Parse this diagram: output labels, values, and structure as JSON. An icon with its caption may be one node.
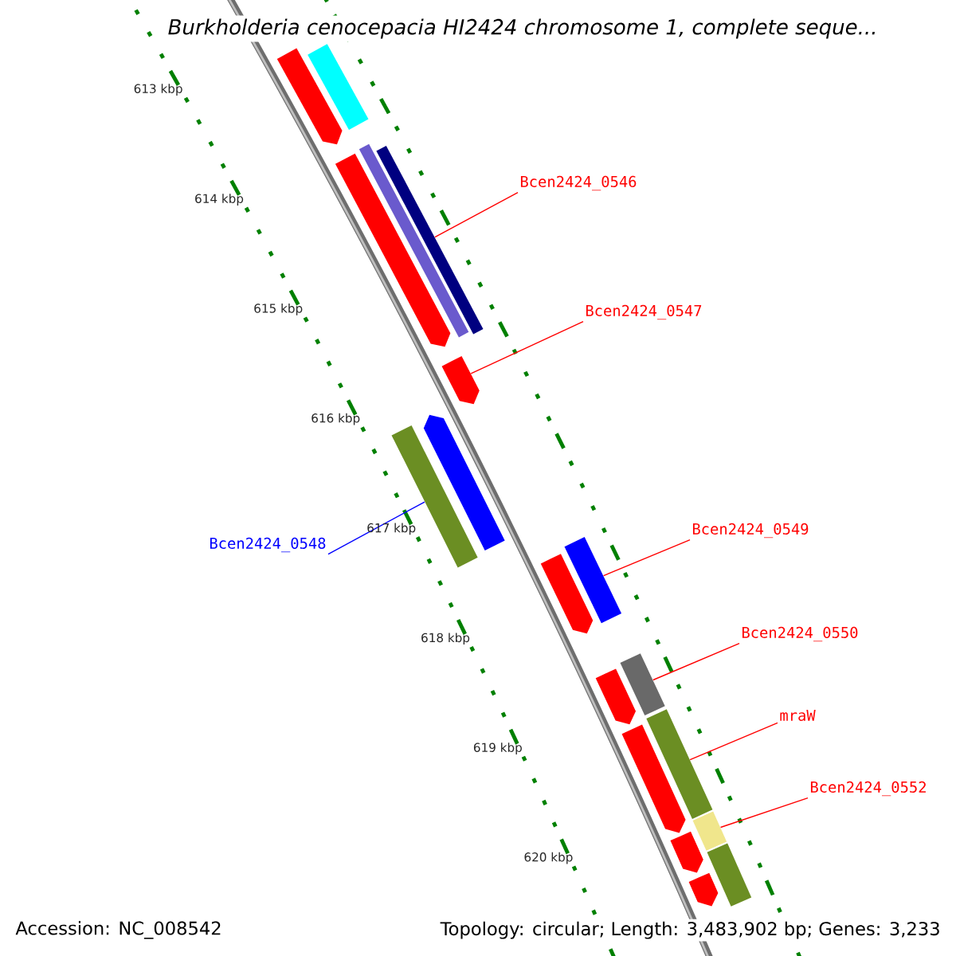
{
  "diagram": {
    "title": "Burkholderia cenocepacia HI2424 chromosome 1, complete seque...",
    "nodes": [
      {
        "text": [],
        "shape": "pentagon"
      },
      {
        "text": [],
        "shape": "bar"
      },
      {
        "text": [
          "Bcen2424_0546"
        ]
      },
      {
        "text": [],
        "shape": "pentagon"
      },
      {
        "text": [],
        "shape": "bar"
      },
      {
        "text": [],
        "shape": "bar"
      },
      {
        "text": [
          "Bcen2424_0547"
        ]
      },
      {
        "text": [],
        "shape": "pentagon"
      },
      {
        "text": [
          "Bcen2424_0548"
        ]
      },
      {
        "text": [],
        "shape": "pentagon"
      },
      {
        "text": [],
        "shape": "bar"
      },
      {
        "text": [
          "Bcen2424_0549"
        ]
      },
      {
        "text": [],
        "shape": "pentagon"
      },
      {
        "text": [],
        "shape": "bar"
      },
      {
        "text": [
          "Bcen2424_0550"
        ]
      },
      {
        "text": [],
        "shape": "pentagon"
      },
      {
        "text": [],
        "shape": "bar"
      },
      {
        "text": [
          "mraW"
        ]
      },
      {
        "text": [],
        "shape": "pentagon"
      },
      {
        "text": [],
        "shape": "bar"
      },
      {
        "text": [
          "Bcen2424_0552"
        ]
      },
      {
        "text": [],
        "shape": "bar"
      },
      {
        "text": [],
        "shape": "pentagon"
      },
      {
        "text": [],
        "shape": "pentagon"
      },
      {
        "text": [],
        "shape": "bar"
      }
    ],
    "edges": [
      {
        "from": 2,
        "to": 5,
        "arrow": "none"
      },
      {
        "from": 6,
        "to": 7,
        "arrow": "none"
      },
      {
        "from": 8,
        "to": 10,
        "arrow": "none",
        "color": "#0000ff"
      },
      {
        "from": 11,
        "to": 13,
        "arrow": "none"
      },
      {
        "from": 14,
        "to": 16,
        "arrow": "none"
      },
      {
        "from": 17,
        "to": 19,
        "arrow": "none"
      },
      {
        "from": 20,
        "to": 21,
        "arrow": "none"
      }
    ],
    "labels": [
      "613 kbp",
      "614 kbp",
      "615 kbp",
      "616 kbp",
      "617 kbp",
      "618 kbp",
      "619 kbp",
      "620 kbp",
      "Accession: NC_008542",
      "Topology: circular; Length: 3,483,902 bp; Genes: 3,233"
    ]
  }
}
